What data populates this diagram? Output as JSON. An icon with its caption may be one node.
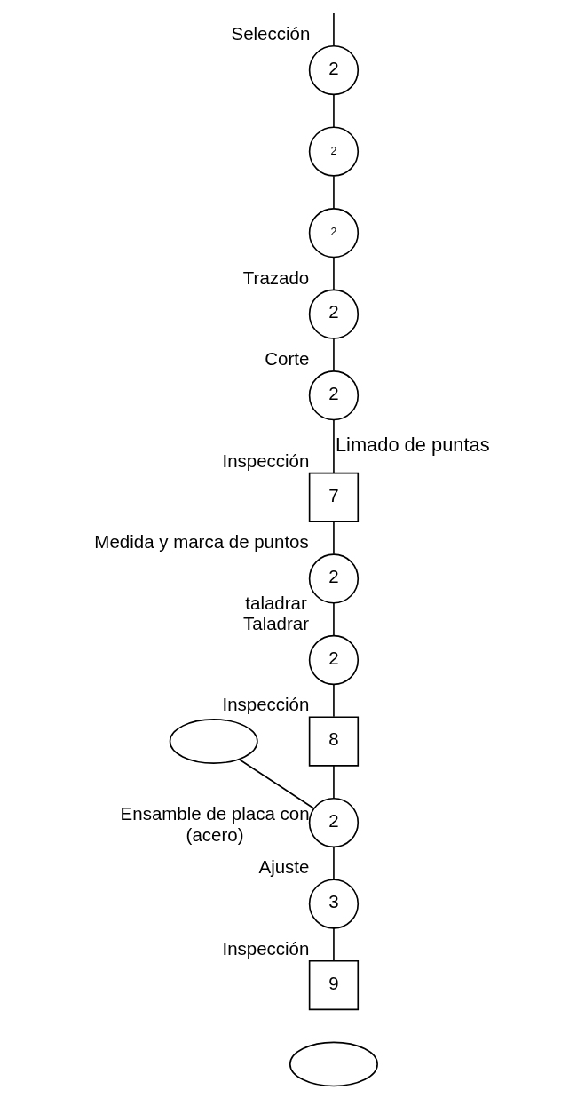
{
  "diagram": {
    "nodes": [
      {
        "text": [
          "2"
        ],
        "beside": [
          "Selección"
        ]
      },
      {
        "text": [
          "2"
        ]
      },
      {
        "text": [
          "2"
        ]
      },
      {
        "text": [
          "2"
        ],
        "beside": [
          "Trazado"
        ]
      },
      {
        "text": [
          "2"
        ],
        "beside": [
          "Corte"
        ]
      },
      {
        "text": [
          "7"
        ],
        "beside": [
          "Inspección"
        ]
      },
      {
        "text": [
          "2"
        ],
        "beside": [
          "Medida y marca de puntos"
        ]
      },
      {
        "text": [
          "2"
        ],
        "beside": [
          "taladrar",
          "Taladrar"
        ]
      },
      {
        "text": [
          "8"
        ],
        "beside": [
          "Inspección"
        ]
      },
      {
        "text": [],
        "shape": "ellipse"
      },
      {
        "text": [
          "2"
        ],
        "beside": [
          "Ensamble de placa con",
          "(acero)"
        ]
      },
      {
        "text": [
          "3"
        ],
        "beside": [
          "Ajuste"
        ]
      },
      {
        "text": [
          "9"
        ],
        "beside": [
          "Inspección"
        ]
      },
      {
        "text": [],
        "shape": "ellipse"
      }
    ],
    "edges": [
      {
        "from": null,
        "to": 0,
        "arrow": "none"
      },
      {
        "from": 0,
        "to": 1,
        "arrow": "none"
      },
      {
        "from": 1,
        "to": 2,
        "arrow": "none"
      },
      {
        "from": 2,
        "to": 3,
        "arrow": "none"
      },
      {
        "from": 3,
        "to": 4,
        "arrow": "none"
      },
      {
        "from": 4,
        "to": 5,
        "arrow": "none",
        "label": "Limado de puntas"
      },
      {
        "from": 5,
        "to": 6,
        "arrow": "none"
      },
      {
        "from": 6,
        "to": 7,
        "arrow": "none"
      },
      {
        "from": 7,
        "to": 8,
        "arrow": "none"
      },
      {
        "from": 8,
        "to": 10,
        "arrow": "none"
      },
      {
        "from": 9,
        "to": 10,
        "arrow": "none"
      },
      {
        "from": 10,
        "to": 11,
        "arrow": "none"
      },
      {
        "from": 11,
        "to": 12,
        "arrow": "none"
      }
    ]
  }
}
